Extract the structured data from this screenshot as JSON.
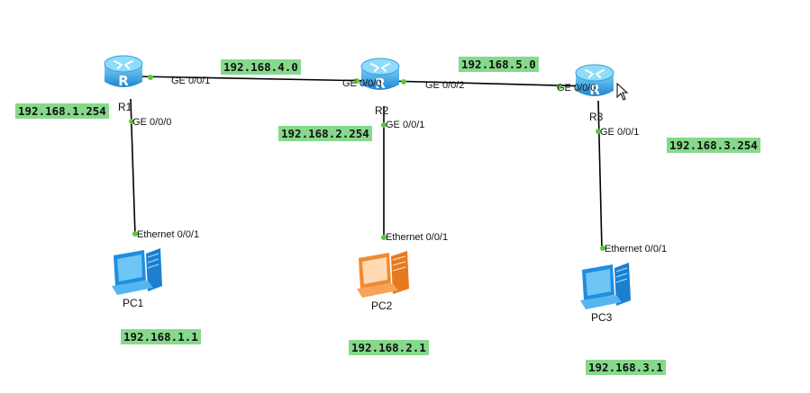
{
  "routers": [
    {
      "name": "R1"
    },
    {
      "name": "R2"
    },
    {
      "name": "R3"
    }
  ],
  "pcs": [
    {
      "name": "PC1",
      "color": "#2f9be8"
    },
    {
      "name": "PC2",
      "color": "#f08a30"
    },
    {
      "name": "PC3",
      "color": "#2f9be8"
    }
  ],
  "ports": {
    "r1_ge001": "GE 0/0/1",
    "r1_ge000": "GE 0/0/0",
    "r2_ge000": "GE 0/0/0",
    "r2_ge002": "GE 0/0/2",
    "r2_ge001": "GE 0/0/1",
    "r3_ge000": "GE 0/0/0",
    "r3_ge001": "GE 0/0/1",
    "pc1_eth": "Ethernet 0/0/1",
    "pc2_eth": "Ethernet 0/0/1",
    "pc3_eth": "Ethernet 0/0/1"
  },
  "addresses": {
    "net_r1_r2": "192.168.4.0",
    "net_r2_r3": "192.168.5.0",
    "r1_lan": "192.168.1.254",
    "r2_lan": "192.168.2.254",
    "r3_lan": "192.168.3.254",
    "pc1": "192.168.1.1",
    "pc2": "192.168.2.1",
    "pc3": "192.168.3.1"
  },
  "colors": {
    "label_bg": "#86d98b",
    "port_dot": "#58c93b",
    "router_body": "#3fa8e6",
    "link": "#000000"
  }
}
